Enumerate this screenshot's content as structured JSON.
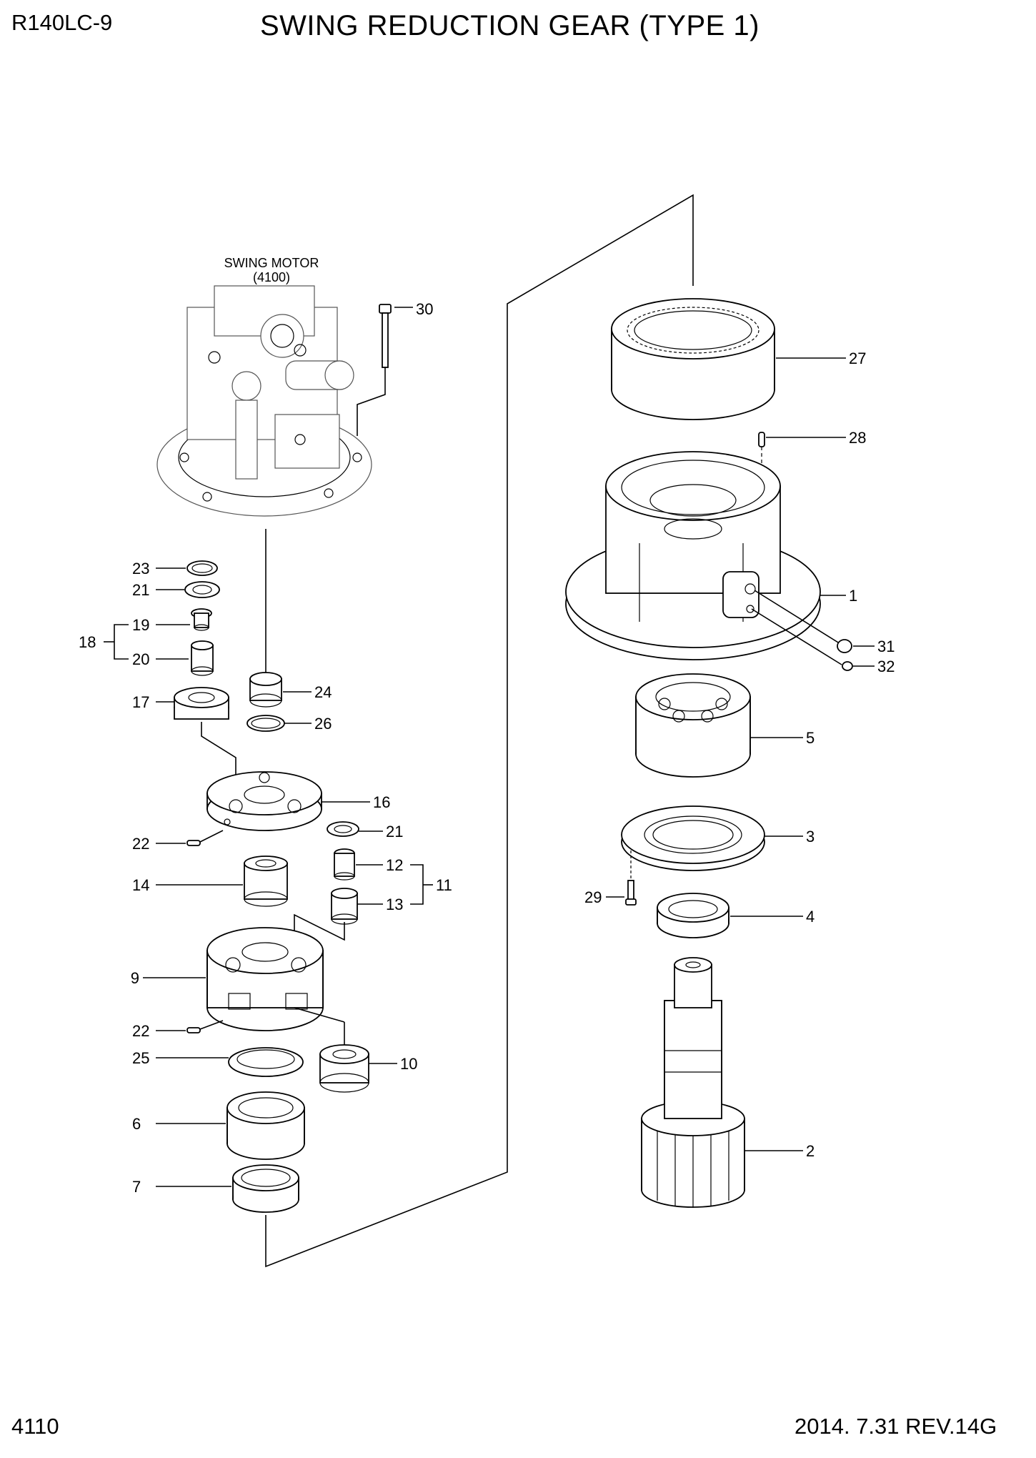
{
  "header": {
    "model": "R140LC-9",
    "title": "SWING REDUCTION GEAR (TYPE 1)"
  },
  "footer": {
    "page_number": "4110",
    "revision": "2014. 7.31  REV.14G"
  },
  "motor_label": {
    "name": "SWING MOTOR",
    "ref": "(4100)"
  },
  "callouts": {
    "c1": "1",
    "c2": "2",
    "c3": "3",
    "c4": "4",
    "c5": "5",
    "c6": "6",
    "c7": "7",
    "c9": "9",
    "c10": "10",
    "c11": "11",
    "c12": "12",
    "c13": "13",
    "c14": "14",
    "c16": "16",
    "c17": "17",
    "c18": "18",
    "c19": "19",
    "c20": "20",
    "c21a": "21",
    "c21b": "21",
    "c22a": "22",
    "c22b": "22",
    "c23": "23",
    "c24": "24",
    "c25": "25",
    "c26": "26",
    "c27": "27",
    "c28": "28",
    "c29": "29",
    "c30": "30",
    "c31": "31",
    "c32": "32"
  }
}
